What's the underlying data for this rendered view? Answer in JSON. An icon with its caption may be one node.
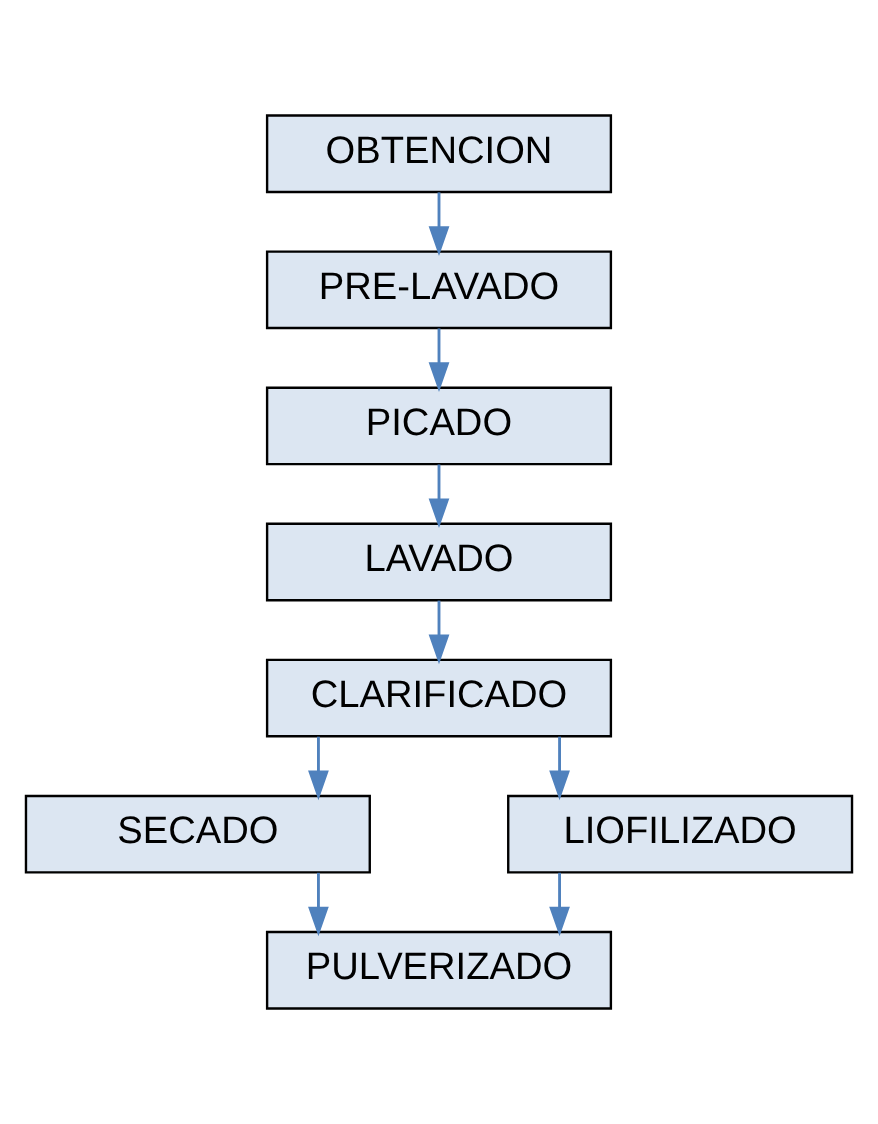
{
  "diagram": {
    "nodes": [
      {
        "text": [
          "OBTENCION"
        ]
      },
      {
        "text": [
          "PRE-LAVADO"
        ]
      },
      {
        "text": [
          "PICADO"
        ]
      },
      {
        "text": [
          "LAVADO"
        ]
      },
      {
        "text": [
          "CLARIFICADO"
        ]
      },
      {
        "text": [
          "SECADO"
        ]
      },
      {
        "text": [
          "LIOFILIZADO"
        ]
      },
      {
        "text": [
          "PULVERIZADO"
        ]
      }
    ],
    "edges": [
      {
        "from": 0,
        "to": 1,
        "arrow": "to"
      },
      {
        "from": 1,
        "to": 2,
        "arrow": "to"
      },
      {
        "from": 2,
        "to": 3,
        "arrow": "to"
      },
      {
        "from": 3,
        "to": 4,
        "arrow": "to"
      },
      {
        "from": 4,
        "to": 5,
        "arrow": "to"
      },
      {
        "from": 4,
        "to": 6,
        "arrow": "to"
      },
      {
        "from": 5,
        "to": 7,
        "arrow": "to"
      },
      {
        "from": 6,
        "to": 7,
        "arrow": "to"
      }
    ]
  }
}
